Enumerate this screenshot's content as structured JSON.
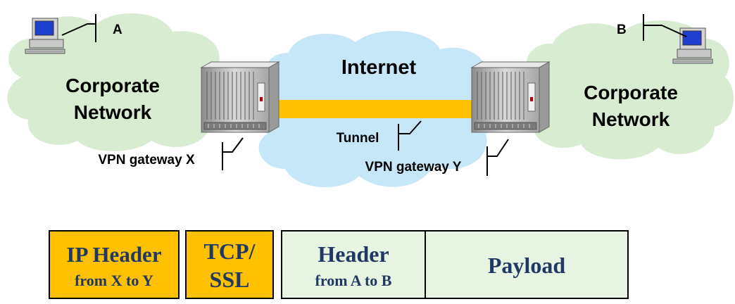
{
  "diagram": {
    "left_network": {
      "label_line1": "Corporate",
      "label_line2": "Network",
      "host": "A"
    },
    "right_network": {
      "label_line1": "Corporate",
      "label_line2": "Network",
      "host": "B"
    },
    "internet": {
      "label": "Internet"
    },
    "tunnel": {
      "label": "Tunnel"
    },
    "gateway_left": {
      "label": "VPN gateway X"
    },
    "gateway_right": {
      "label": "VPN gateway Y"
    }
  },
  "packet": {
    "ip_header": {
      "line1": "IP Header",
      "line2": "from X to Y"
    },
    "tcp_ssl": {
      "line1": "TCP/",
      "line2": "SSL"
    },
    "inner_header": {
      "line1": "Header",
      "line2": "from A to B"
    },
    "payload": {
      "label": "Payload"
    }
  },
  "colors": {
    "corporate_cloud": "#d8ecd2",
    "internet_cloud": "#c6e7f7",
    "tunnel": "#ffc000",
    "packet_outer": "#ffc000",
    "packet_inner": "#e6f4e1",
    "packet_text": "#1f3864"
  }
}
